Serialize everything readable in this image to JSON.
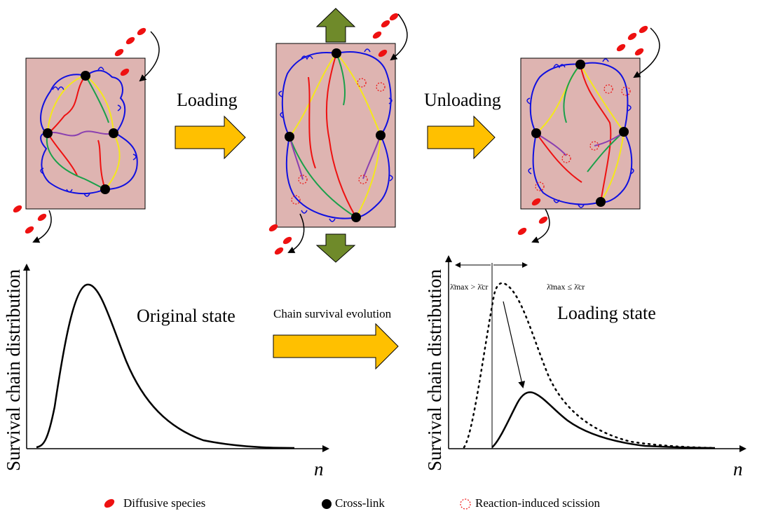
{
  "labels": {
    "loading": "Loading",
    "unloading": "Unloading",
    "original_state": "Original state",
    "loading_state": "Loading state",
    "chain_survival_evolution": "Chain survival evolution",
    "ylabel_left": "Survival chain distribution",
    "ylabel_right": "Survival chain distribution",
    "xlabel_left": "n",
    "xlabel_right": "n",
    "cond_left": "λ̄max > λ̄cr",
    "cond_right": "λ̄max ≤ λ̄cr"
  },
  "legend": {
    "diffusive": "Diffusive species",
    "crosslink": "Cross-link",
    "scission": "Reaction-induced scission"
  },
  "colors": {
    "box_fill": "#deb4b1",
    "arrow_fill": "#ffc000",
    "green_arrow": "#6f8a2a",
    "chain_blue": "#1010e0",
    "chain_yellow": "#f4e81a",
    "chain_red": "#ee1111",
    "chain_green": "#1aa04a",
    "chain_purple": "#8a40b0",
    "species_red": "#ee1111",
    "crosslink": "#000000",
    "scission": "#ee1111"
  }
}
